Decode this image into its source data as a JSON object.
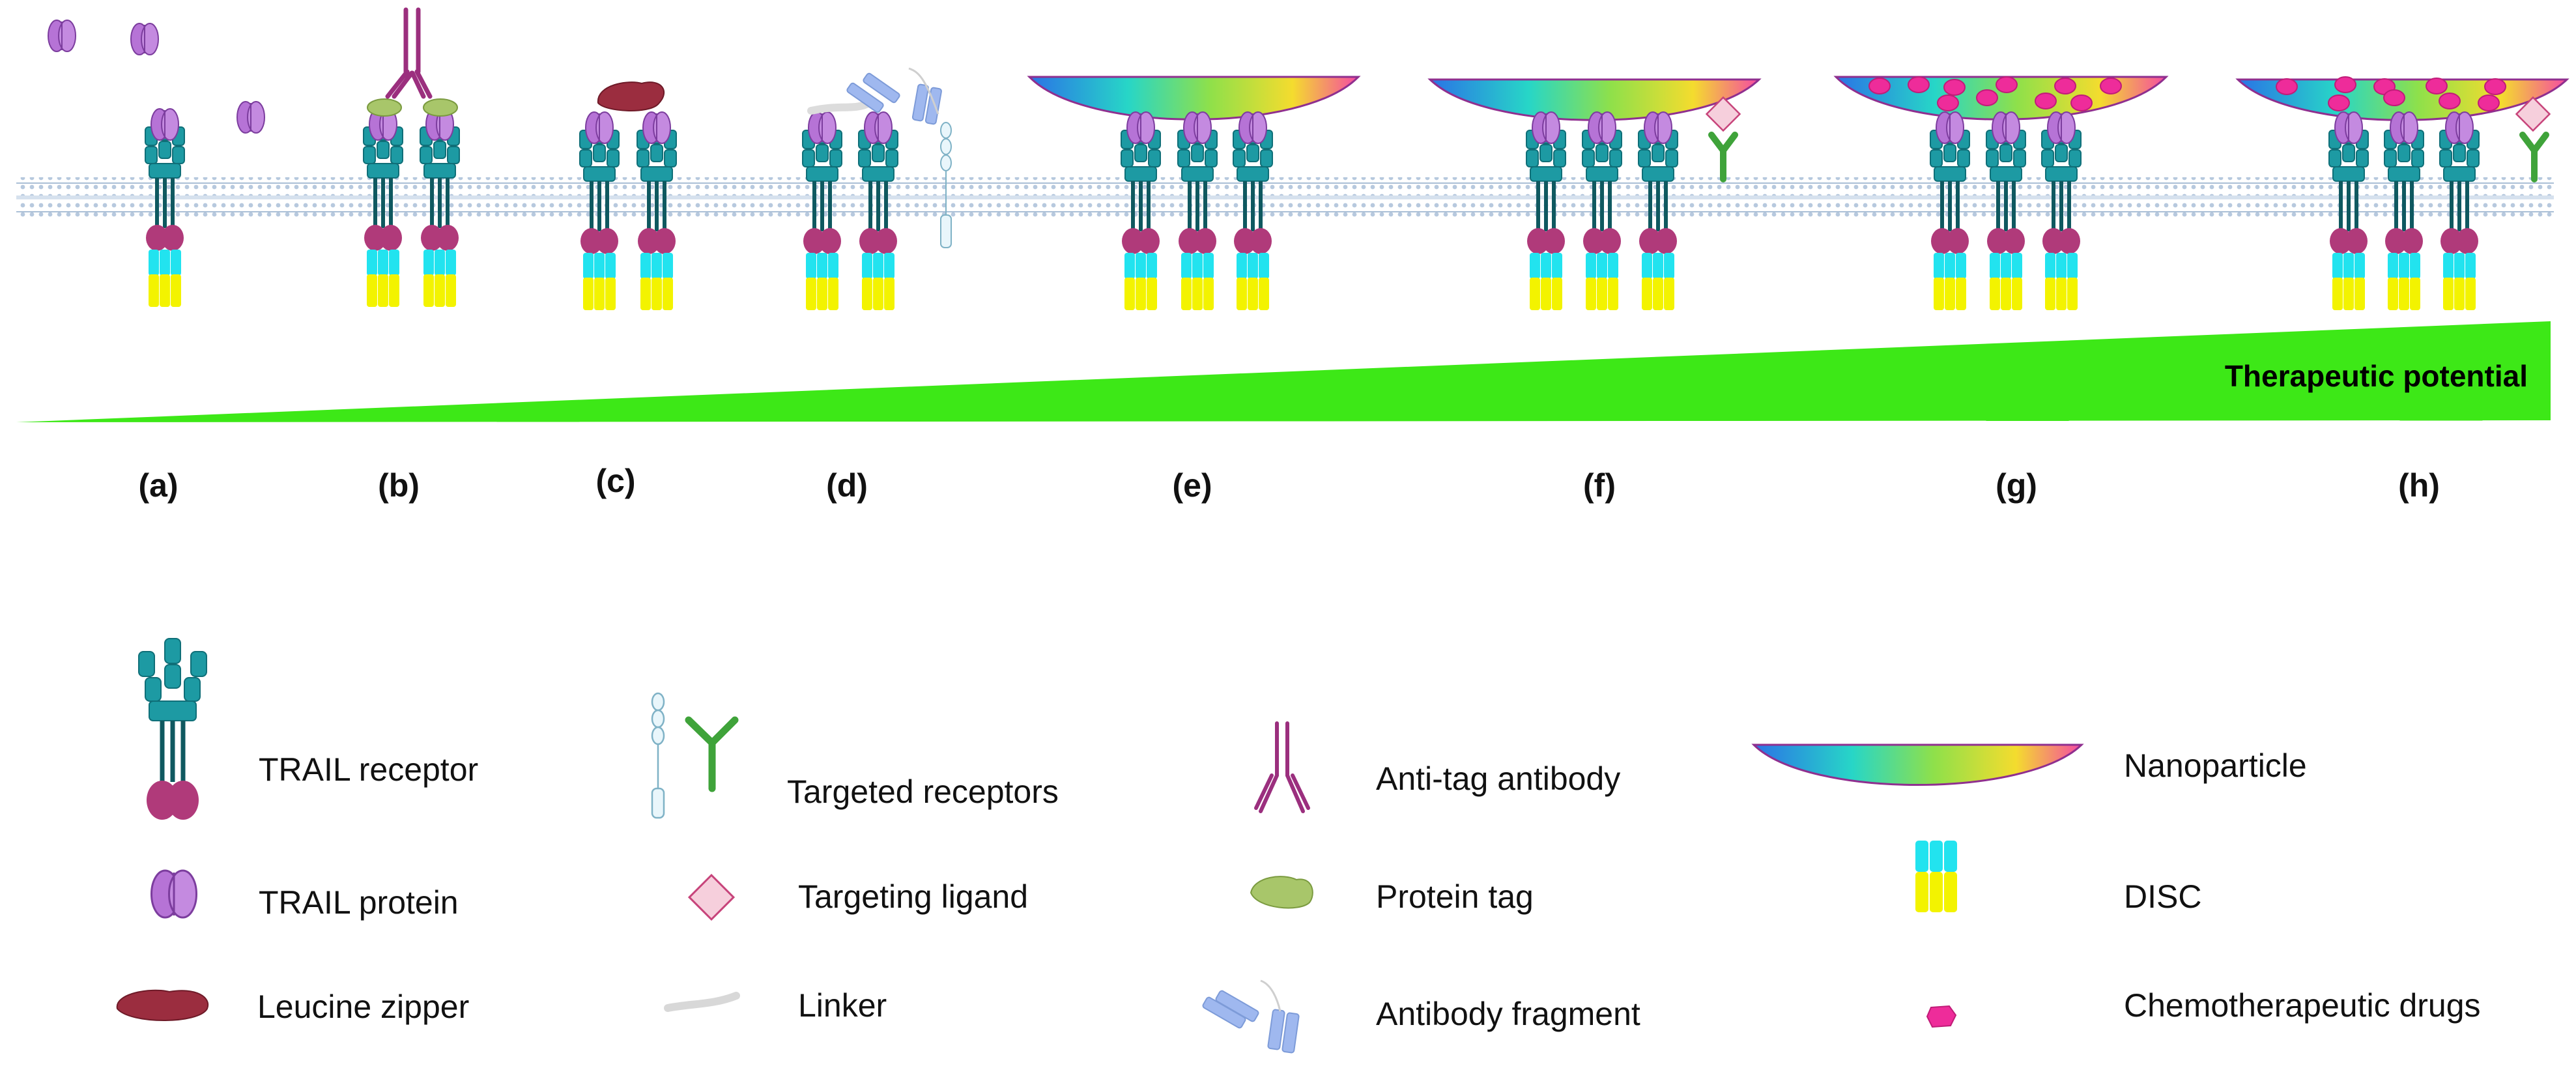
{
  "potential_label": "Therapeutic potential",
  "panels": [
    "(a)",
    "(b)",
    "(c)",
    "(d)",
    "(e)",
    "(f)",
    "(g)",
    "(h)"
  ],
  "legend": {
    "trail_receptor": "TRAIL receptor",
    "trail_protein": "TRAIL protein",
    "leucine_zipper": "Leucine zipper",
    "targeted_receptors": "Targeted receptors",
    "targeting_ligand": "Targeting ligand",
    "linker": "Linker",
    "anti_tag_antibody": "Anti-tag antibody",
    "protein_tag": "Protein tag",
    "antibody_fragment": "Antibody fragment",
    "nanoparticle": "Nanoparticle",
    "disc": "DISC",
    "chemo_drugs": "Chemotherapeutic drugs"
  },
  "colors": {
    "receptor_teal": "#1d9aa3",
    "receptor_dark": "#0f6f78",
    "death_domain": "#b03a7a",
    "disc_cyan": "#22e3ef",
    "disc_yellow": "#f3f300",
    "trail_purple": "#b673d6",
    "zipper": "#9b2d3f",
    "protein_tag": "#a8c66a",
    "anti_tag": "#9b2f7e",
    "antibody_fragment": "#9fb8ef",
    "targeted_green": "#3fa33a",
    "ligand_pink": "#f6cfdc",
    "drug_pink": "#ee2c9a",
    "triangle_green": "#3de817",
    "membrane": "#aabfd6"
  }
}
